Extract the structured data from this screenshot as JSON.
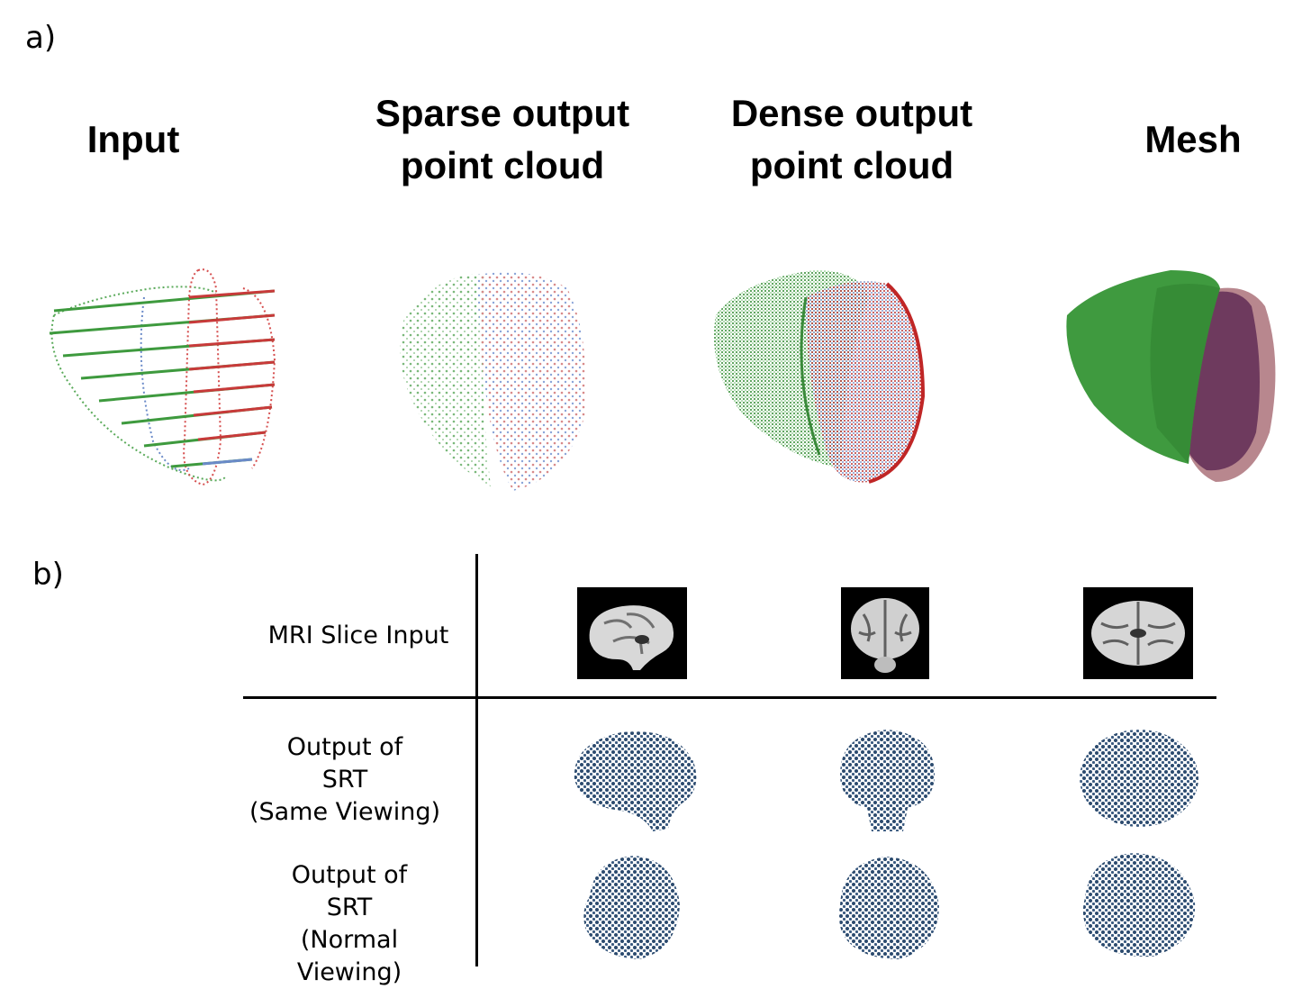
{
  "panel_a": {
    "label": "a)",
    "columns": [
      {
        "title": "Input"
      },
      {
        "title_line1": "Sparse output",
        "title_line2": "point cloud"
      },
      {
        "title_line1": "Dense output",
        "title_line2": "point cloud"
      },
      {
        "title": "Mesh"
      }
    ]
  },
  "panel_b": {
    "label": "b)",
    "row_mri": "MRI Slice Input",
    "row_same": [
      "Output of",
      "SRT",
      "(Same Viewing)"
    ],
    "row_normal": [
      "Output of",
      "SRT",
      "(Normal Viewing)"
    ]
  },
  "colors": {
    "lv_green": "#3a9a3a",
    "rv_red": "#c83a3a",
    "inner_blue": "#6a8ac8",
    "brain_points": "#2b4a6e",
    "mesh_green": "#3f9a3f",
    "mesh_purple": "#7a3f5e"
  }
}
